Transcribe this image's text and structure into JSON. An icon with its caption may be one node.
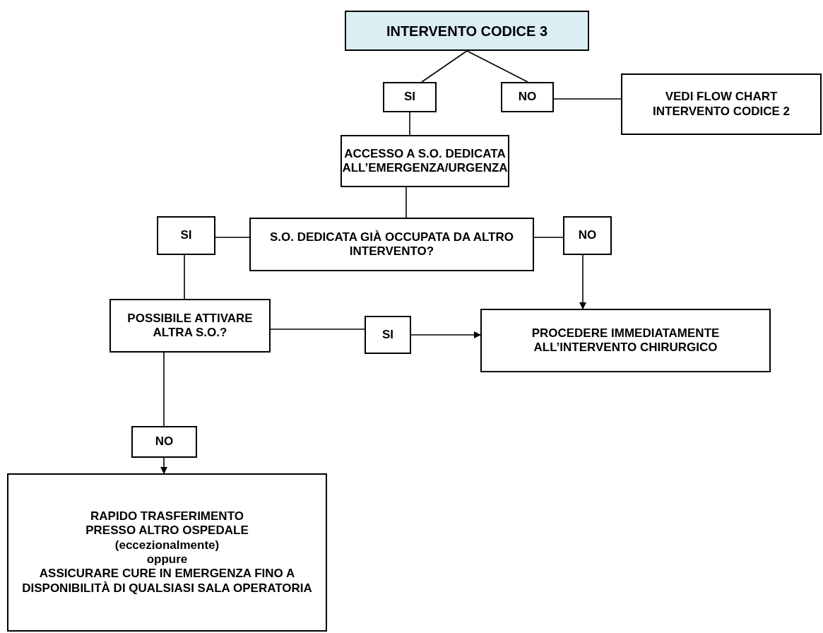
{
  "diagram": {
    "nodes": [
      {
        "text": [
          "INTERVENTO CODICE 3"
        ]
      },
      {
        "text": [
          "SI"
        ]
      },
      {
        "text": [
          "NO"
        ]
      },
      {
        "text": [
          "VEDI FLOW CHART INTERVENTO CODICE 2"
        ]
      },
      {
        "text": [
          "ACCESSO A S.O. DEDICATA ALL’EMERGENZA/URGENZA"
        ]
      },
      {
        "text": [
          "SI"
        ]
      },
      {
        "text": [
          "S.O. DEDICATA GIÀ OCCUPATA DA ALTRO INTERVENTO?"
        ]
      },
      {
        "text": [
          "NO"
        ]
      },
      {
        "text": [
          "POSSIBILE ATTIVARE ALTRA S.O.?"
        ]
      },
      {
        "text": [
          "SI"
        ]
      },
      {
        "text": [
          "PROCEDERE IMMEDIATAMENTE ALL’INTERVENTO CHIRURGICO"
        ]
      },
      {
        "text": [
          "NO"
        ]
      },
      {
        "text": [
          "RAPIDO TRASFERIMENTO PRESSO ALTRO OSPEDALE",
          "(eccezionalmente)",
          "oppure",
          "ASSICURARE CURE IN EMERGENZA FINO A DISPONIBILITÀ DI QUALSIASI SALA OPERATORIA"
        ]
      }
    ],
    "edges": [
      {
        "from": 0,
        "to": 1,
        "arrow": "none"
      },
      {
        "from": 0,
        "to": 2,
        "arrow": "none"
      },
      {
        "from": 2,
        "to": 3,
        "arrow": "none"
      },
      {
        "from": 1,
        "to": 4,
        "arrow": "none"
      },
      {
        "from": 4,
        "to": 6,
        "arrow": "none"
      },
      {
        "from": 6,
        "to": 5,
        "arrow": "none"
      },
      {
        "from": 6,
        "to": 7,
        "arrow": "none"
      },
      {
        "from": 7,
        "to": 10,
        "arrow": "to"
      },
      {
        "from": 5,
        "to": 8,
        "arrow": "none"
      },
      {
        "from": 8,
        "to": 9,
        "arrow": "none"
      },
      {
        "from": 9,
        "to": 10,
        "arrow": "to"
      },
      {
        "from": 8,
        "to": 11,
        "arrow": "none"
      },
      {
        "from": 11,
        "to": 12,
        "arrow": "to"
      }
    ]
  }
}
